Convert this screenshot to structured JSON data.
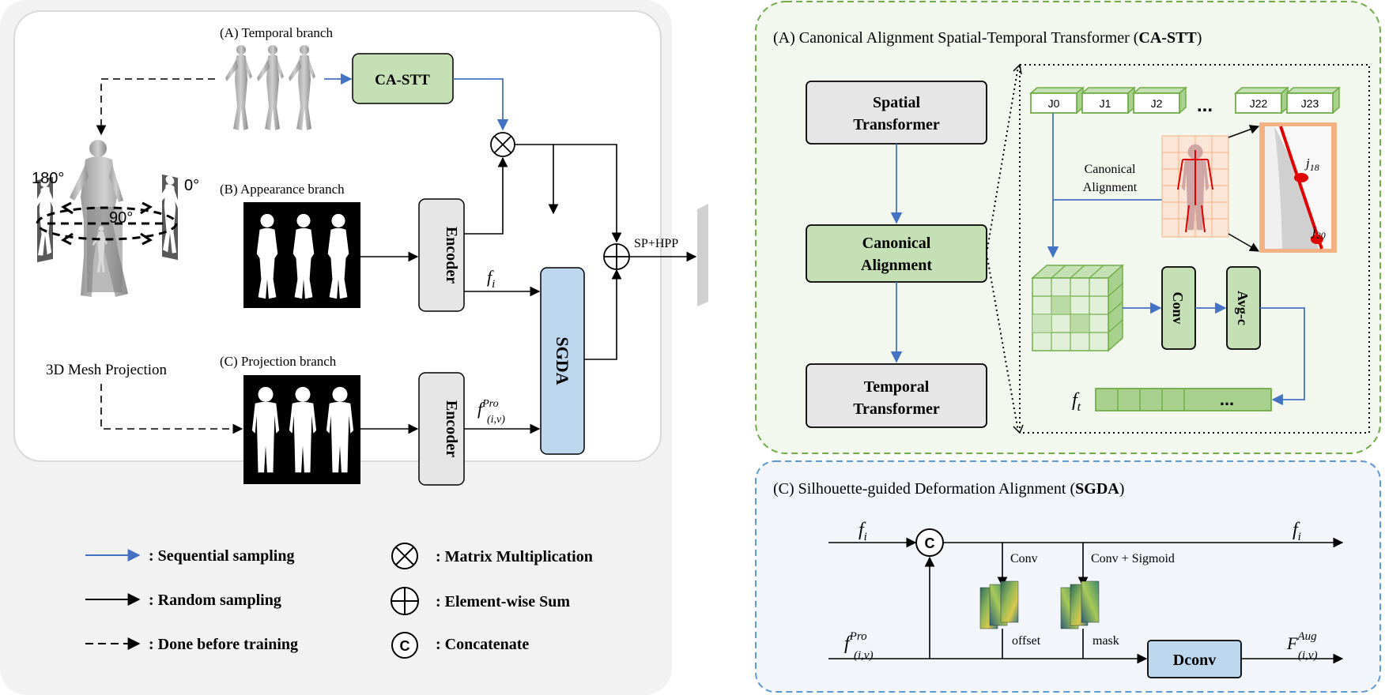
{
  "left": {
    "temporal_label": "(A) Temporal branch",
    "appearance_label": "(B) Appearance branch",
    "projection_label": "(C) Projection branch",
    "castt_box": "CA-STT",
    "encoder_top": "Encoder",
    "encoder_bottom": "Encoder",
    "sgda_box": "SGDA",
    "fi_label": "f",
    "fi_sub": "i",
    "fpro_label": "f",
    "fpro_sup": "Pro",
    "fpro_sub": "(i,v)",
    "sp_hpp": "SP+HPP",
    "mesh_label": "3D Mesh Projection",
    "angle_180": "180°",
    "angle_90": "90°",
    "angle_0": "0°"
  },
  "legend": {
    "sequential": ":  Sequential sampling",
    "random": ":  Random sampling",
    "done_before": ":  Done before training",
    "matmul": ":  Matrix Multiplication",
    "elemsum": ":  Element-wise Sum",
    "concat": ":  Concatenate",
    "concat_symbol": "C"
  },
  "castt": {
    "title_prefix": "(A) Canonical Alignment Spatial-Temporal Transformer (",
    "title_bold": "CA-STT",
    "title_suffix": ")",
    "spatial_1": "Spatial",
    "spatial_2": "Transformer",
    "canonical_1": "Canonical",
    "canonical_2": "Alignment",
    "temporal_1": "Temporal",
    "temporal_2": "Transformer",
    "joints": [
      "J0",
      "J1",
      "J2",
      "J22",
      "J23"
    ],
    "joint_dots": "...",
    "canonical_note_1": "Canonical",
    "canonical_note_2": "Alignment",
    "j18": "j",
    "j18_sub": "18",
    "j20": "j",
    "j20_sub": "20",
    "conv": "Conv",
    "avgc": "Avg-c",
    "ft": "f",
    "ft_sub": "t",
    "ft_dots": "..."
  },
  "sgda": {
    "title_prefix": "(C) Silhouette-guided Deformation Alignment (",
    "title_bold": "SGDA",
    "title_suffix": ")",
    "fi_in": "f",
    "fi_in_sub": "i",
    "fi_out": "f",
    "fi_out_sub": "i",
    "concat": "C",
    "conv": "Conv",
    "conv_sigmoid": "Conv + Sigmoid",
    "offset": "offset",
    "mask": "mask",
    "dconv": "Dconv",
    "fpro": "f",
    "fpro_sup": "Pro",
    "fpro_sub": "(i,v)",
    "faug": "F",
    "faug_sup": "Aug",
    "faug_sub": "(i,v)"
  },
  "colors": {
    "blue_arrow": "#4472c4",
    "green_fill": "#c5e0b4",
    "green_stroke": "#70ad47",
    "gray_fill": "#e7e6e6",
    "blue_fill": "#bdd7ee",
    "dash_green": "#70ad47",
    "dash_blue": "#5b9bd5"
  }
}
